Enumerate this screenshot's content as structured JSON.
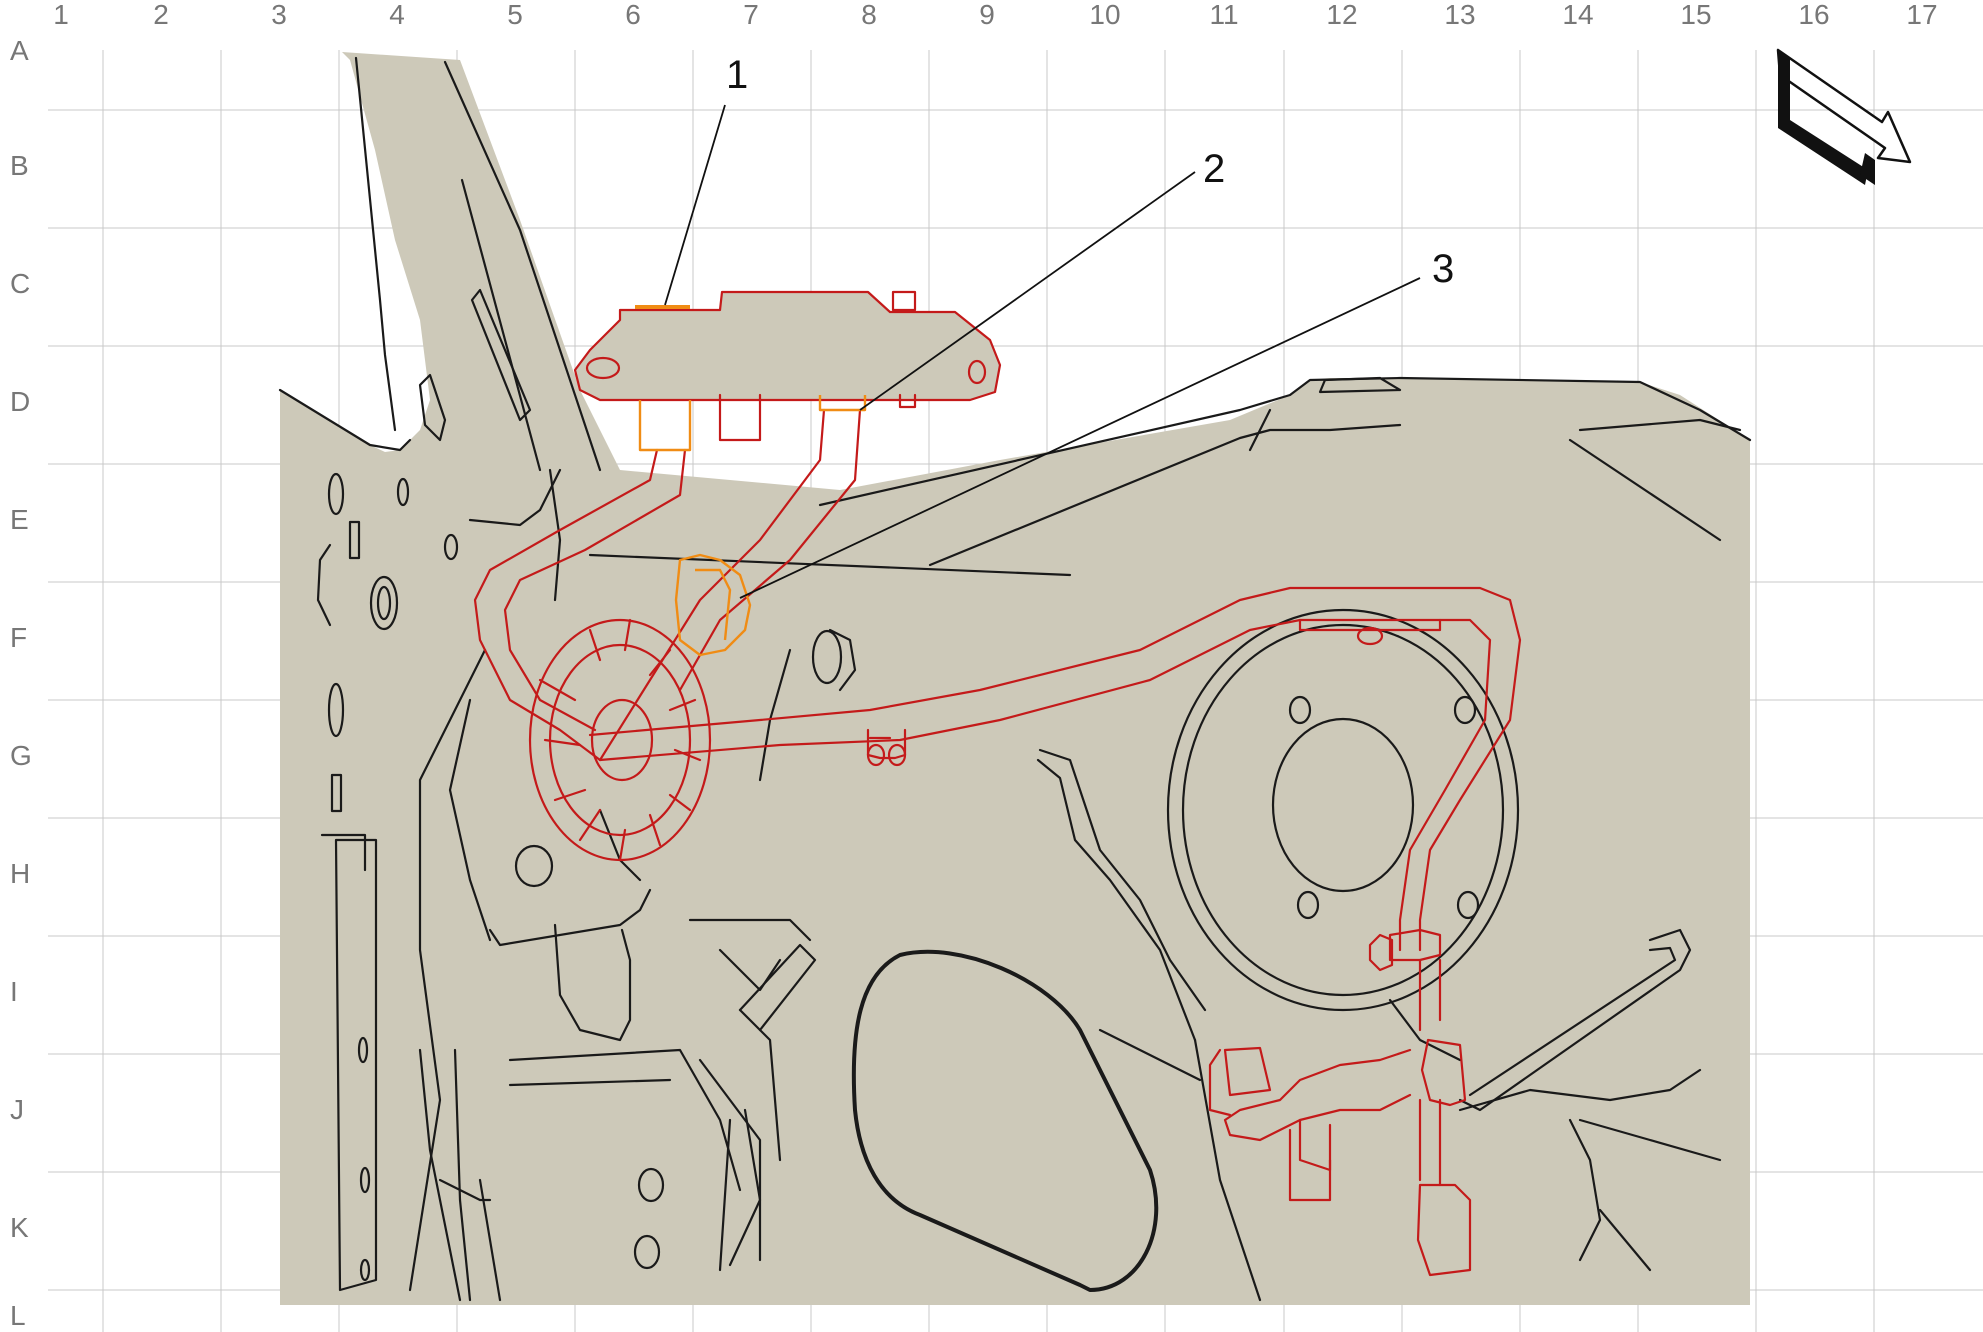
{
  "colors": {
    "panel_fill": "#cdc9b9",
    "harness": "#c41a1a",
    "highlight": "#f08c14",
    "line": "#1a1a1a",
    "grid": "#c8c8c8",
    "grid_label": "#777777"
  },
  "grid": {
    "columns": [
      "1",
      "2",
      "3",
      "4",
      "5",
      "6",
      "7",
      "8",
      "9",
      "10",
      "11",
      "12",
      "13",
      "14",
      "15",
      "16",
      "17"
    ],
    "rows": [
      "A",
      "B",
      "C",
      "D",
      "E",
      "F",
      "G",
      "H",
      "I",
      "J",
      "K",
      "L"
    ]
  },
  "callouts": [
    {
      "id": "1",
      "label": "1"
    },
    {
      "id": "2",
      "label": "2"
    },
    {
      "id": "3",
      "label": "3"
    }
  ],
  "orientation_arrow": {
    "icon": "direction-arrow-icon"
  }
}
